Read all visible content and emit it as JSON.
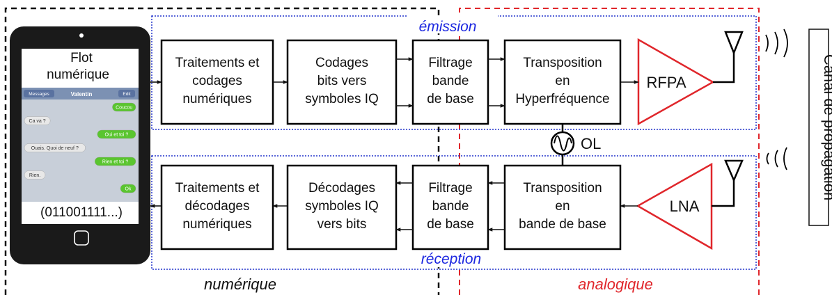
{
  "colors": {
    "digital_border": "#111111",
    "analog_border": "#e0262b",
    "chain_border": "#2233cc",
    "amp_color": "#e0262b",
    "label_blue": "#1c27e0",
    "label_red": "#e0262b",
    "block_border": "#000000",
    "phone_body": "#1a1a1a",
    "bubble_green": "#5ac52f",
    "bubble_grey": "#e8e8e8"
  },
  "zones": {
    "digital_label": "numérique",
    "analog_label": "analogique"
  },
  "chains": {
    "emission_label": "émission",
    "reception_label": "réception"
  },
  "phone": {
    "title_line1": "Flot",
    "title_line2": "numérique",
    "bitstream": "(011001111...)",
    "chat": {
      "back_button": "Messages",
      "contact": "Valentin",
      "edit_button": "Edit",
      "messages": [
        {
          "text": "Coucou",
          "side": "right"
        },
        {
          "text": "Ca va ?",
          "side": "left"
        },
        {
          "text": "Oui et toi ?",
          "side": "right"
        },
        {
          "text": "Ouais. Quoi de neuf ?",
          "side": "left"
        },
        {
          "text": "Rien et toi ?",
          "side": "right"
        },
        {
          "text": "Rien.",
          "side": "left"
        },
        {
          "text": "Ok",
          "side": "right"
        }
      ]
    }
  },
  "emission": {
    "block1": [
      "Traitements et",
      "codages",
      "numériques"
    ],
    "block2": [
      "Codages",
      "bits vers",
      "symboles IQ"
    ],
    "block3": [
      "Filtrage",
      "bande",
      "de base"
    ],
    "block4": [
      "Transposition",
      "en",
      "Hyperfréquence"
    ],
    "amp": "RFPA"
  },
  "reception": {
    "block1": [
      "Traitements et",
      "décodages",
      "numériques"
    ],
    "block2": [
      "Décodages",
      "symboles IQ",
      "vers bits"
    ],
    "block3": [
      "Filtrage",
      "bande",
      "de base"
    ],
    "block4": [
      "Transposition",
      "en",
      "bande de base"
    ],
    "amp": "LNA"
  },
  "oscillator": {
    "label": "OL"
  },
  "channel": {
    "label": "Canal de propagation"
  }
}
